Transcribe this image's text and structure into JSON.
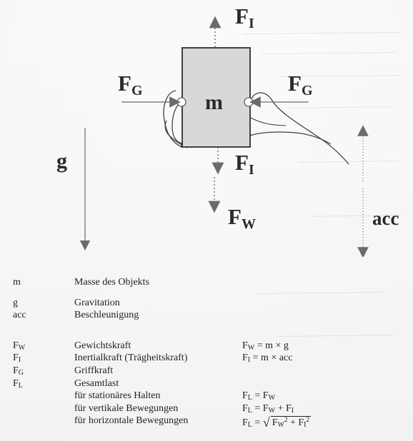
{
  "diagram": {
    "mass_label": "m",
    "gravity_label": "g",
    "acc_label": "acc",
    "forces": {
      "fi_top": {
        "main": "F",
        "sub": "I"
      },
      "fi_bottom": {
        "main": "F",
        "sub": "I"
      },
      "fg_left": {
        "main": "F",
        "sub": "G"
      },
      "fg_right": {
        "main": "F",
        "sub": "G"
      },
      "fw": {
        "main": "F",
        "sub": "W"
      }
    }
  },
  "legend": {
    "rows": [
      {
        "symbol": "m",
        "symbol_sub": "",
        "description": "Masse des Objekts",
        "formula_parts": []
      },
      {
        "symbol": "g",
        "symbol_sub": "",
        "description": "Gravitation",
        "formula_parts": []
      },
      {
        "symbol": "acc",
        "symbol_sub": "",
        "description": "Beschleunigung",
        "formula_parts": []
      },
      {
        "symbol": "F",
        "symbol_sub": "W",
        "description": "Gewichtskraft",
        "formula_parts": [
          {
            "text": "F"
          },
          {
            "sub": "W"
          },
          {
            "text": " = m × g"
          }
        ]
      },
      {
        "symbol": "F",
        "symbol_sub": "I",
        "description": "Inertialkraft (Trägheitskraft)",
        "formula_parts": [
          {
            "text": "F"
          },
          {
            "sub": "I"
          },
          {
            "text": " = m × acc"
          }
        ]
      },
      {
        "symbol": "F",
        "symbol_sub": "G",
        "description": "Griffkraft",
        "formula_parts": []
      },
      {
        "symbol": "F",
        "symbol_sub": "L",
        "description": "Gesamtlast",
        "formula_parts": []
      },
      {
        "symbol": "",
        "symbol_sub": "",
        "description": "für stationäres Halten",
        "formula_parts": [
          {
            "text": "F"
          },
          {
            "sub": "L"
          },
          {
            "text": " = F"
          },
          {
            "sub": "W"
          }
        ]
      },
      {
        "symbol": "",
        "symbol_sub": "",
        "description": "für vertikale Bewegungen",
        "formula_parts": [
          {
            "text": "F"
          },
          {
            "sub": "L"
          },
          {
            "text": " = F"
          },
          {
            "sub": "W"
          },
          {
            "text": " + F"
          },
          {
            "sub": "I"
          }
        ]
      },
      {
        "symbol": "",
        "symbol_sub": "",
        "description": "für horizontale Bewegungen",
        "formula_parts": [
          {
            "text": "F"
          },
          {
            "sub": "L"
          },
          {
            "text": " = "
          },
          {
            "sqrt": [
              {
                "text": "F"
              },
              {
                "sub": "W"
              },
              {
                "sup": "2"
              },
              {
                "text": " + F"
              },
              {
                "sub": "I"
              },
              {
                "sup": "2"
              }
            ]
          }
        ]
      }
    ]
  },
  "colors": {
    "line": "#6b6b6b",
    "box_fill": "#d8d8d8",
    "text": "#2a2a2a"
  }
}
